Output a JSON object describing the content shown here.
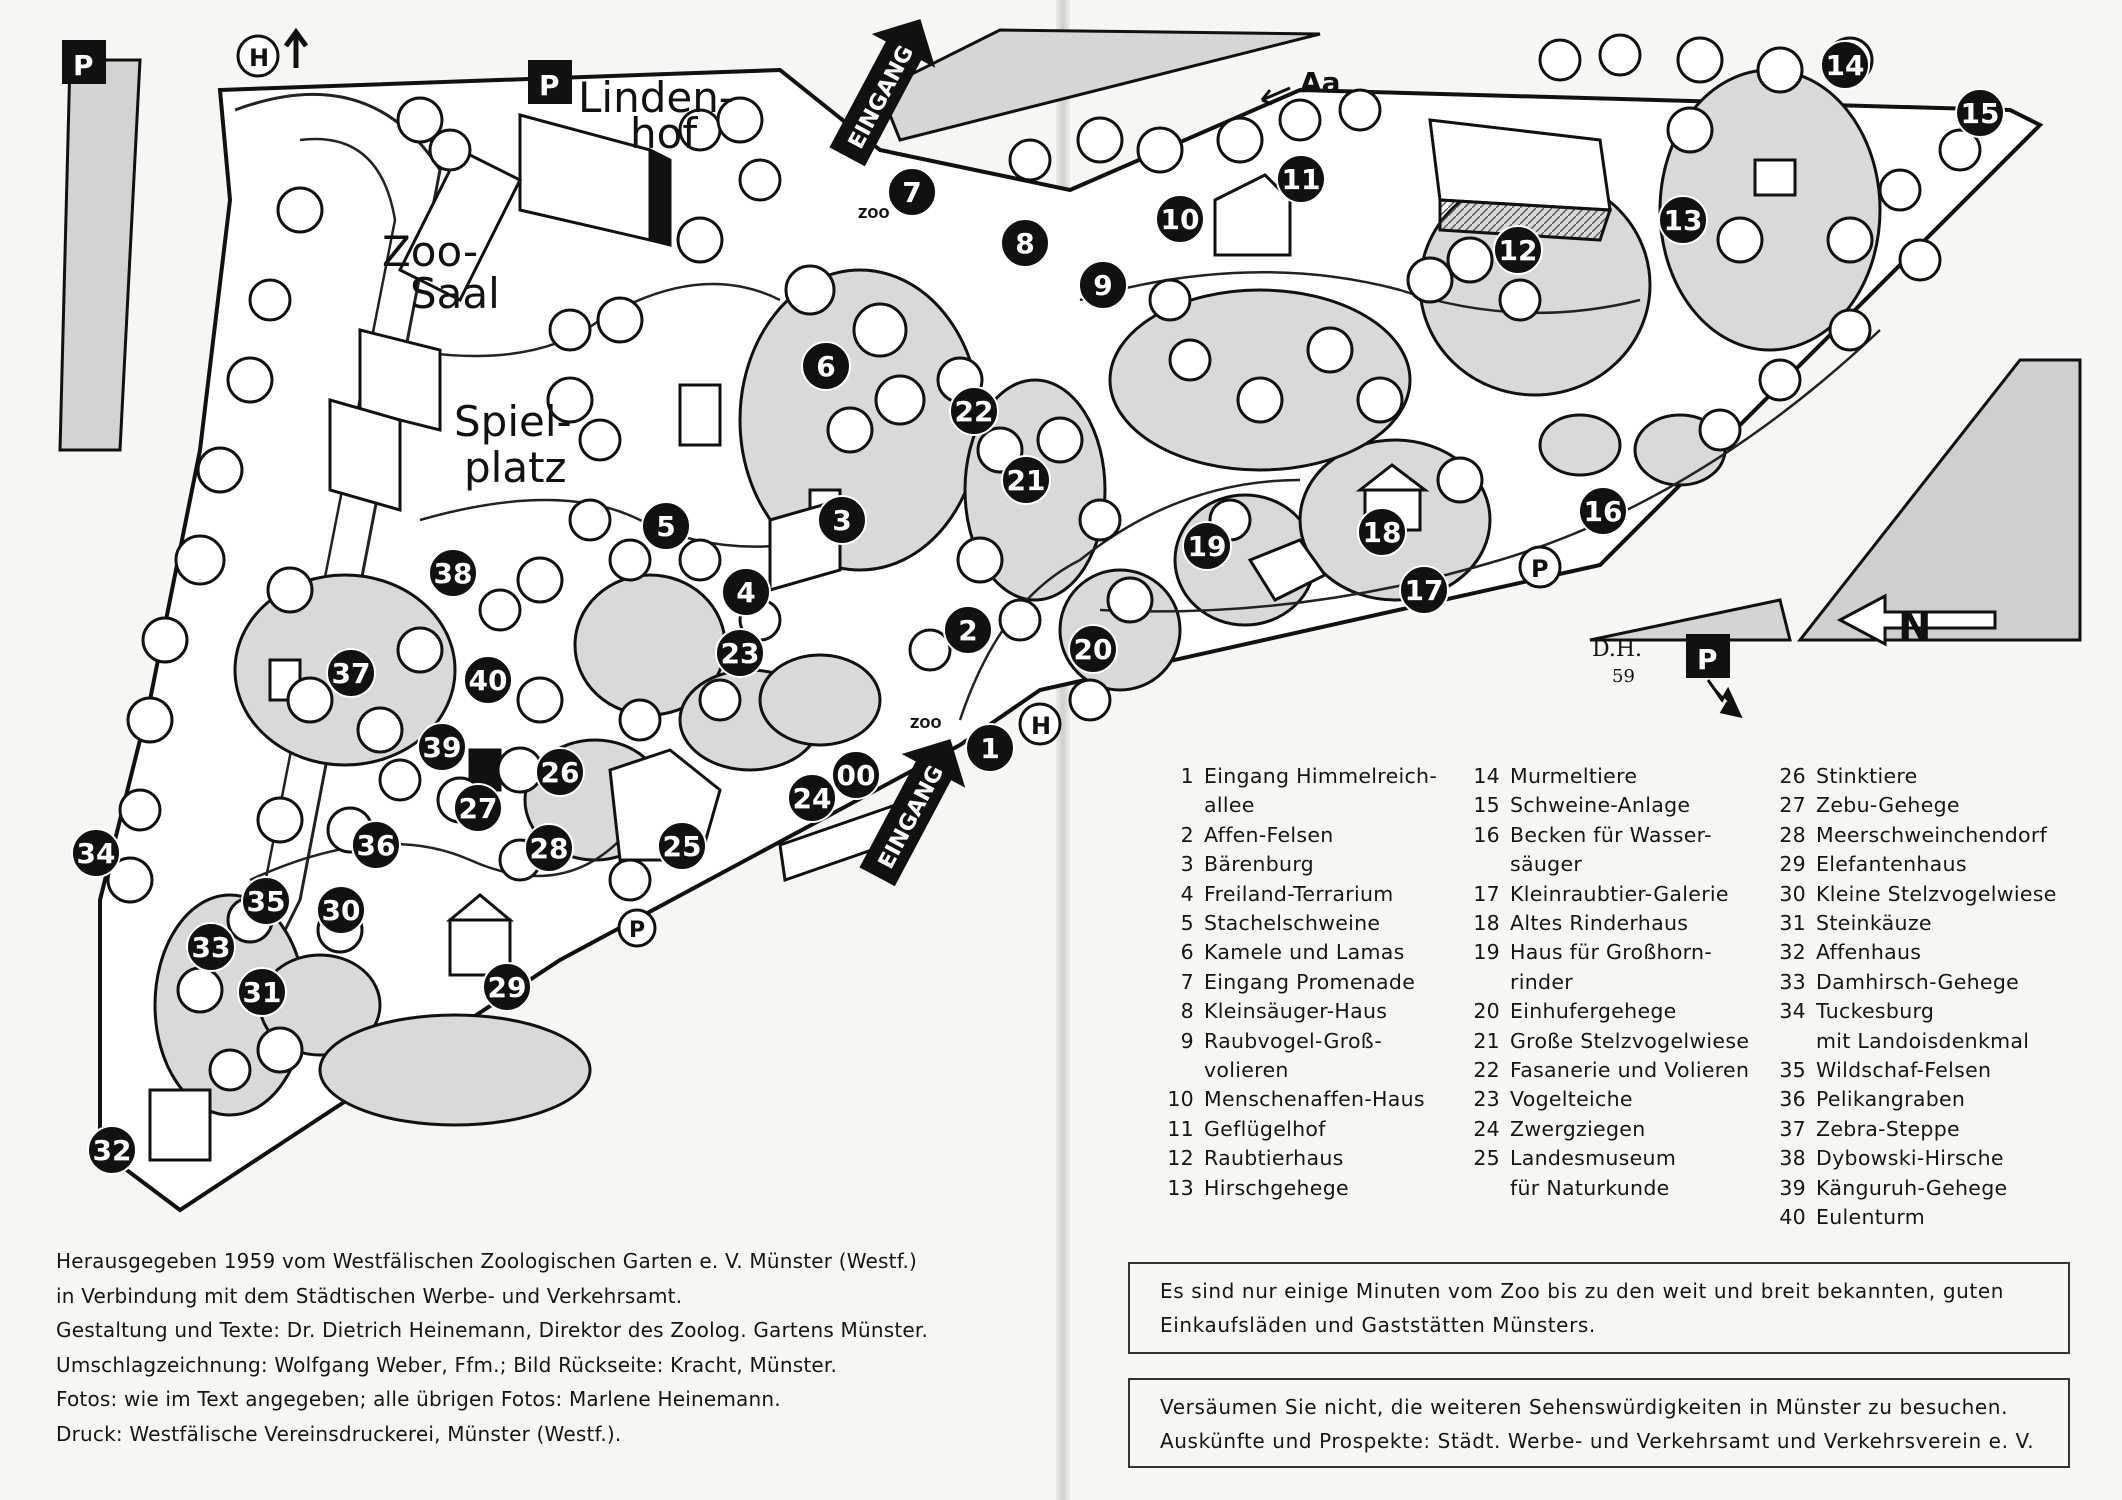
{
  "map": {
    "labels": {
      "linden_line1": "Linden-",
      "linden_line2": "hof",
      "zoosaal_line1": "Zoo-",
      "zoosaal_line2": "Saal",
      "spielplatz_line1": "Spiel-",
      "spielplatz_line2": "platz",
      "eingang_top": "EINGANG",
      "eingang_bottom": "EINGANG",
      "aa": "Aa",
      "zoo_top": "ZOO",
      "zoo_bottom": "ZOO",
      "parking": "P",
      "bus": "H",
      "north": "N",
      "signature_line1": "D.H.",
      "signature_line2": "59"
    },
    "markers": [
      "1",
      "2",
      "3",
      "4",
      "5",
      "6",
      "7",
      "8",
      "9",
      "10",
      "11",
      "12",
      "13",
      "14",
      "15",
      "16",
      "17",
      "18",
      "19",
      "20",
      "21",
      "22",
      "23",
      "24",
      "25",
      "26",
      "27",
      "28",
      "29",
      "30",
      "31",
      "32",
      "33",
      "34",
      "35",
      "36",
      "37",
      "38",
      "39",
      "40",
      "00"
    ],
    "colors": {
      "ink": "#111111",
      "area_fill": "#d9d9d9",
      "background": "#f7f6f2"
    }
  },
  "legend": {
    "col1": [
      {
        "n": "1",
        "t": "Eingang Himmelreich-\nallee"
      },
      {
        "n": "2",
        "t": "Affen-Felsen"
      },
      {
        "n": "3",
        "t": "Bärenburg"
      },
      {
        "n": "4",
        "t": "Freiland-Terrarium"
      },
      {
        "n": "5",
        "t": "Stachelschweine"
      },
      {
        "n": "6",
        "t": "Kamele und Lamas"
      },
      {
        "n": "7",
        "t": "Eingang Promenade"
      },
      {
        "n": "8",
        "t": "Kleinsäuger-Haus"
      },
      {
        "n": "9",
        "t": "Raubvogel-Groß-\nvolieren"
      },
      {
        "n": "10",
        "t": "Menschenaffen-Haus"
      },
      {
        "n": "11",
        "t": "Geflügelhof"
      },
      {
        "n": "12",
        "t": "Raubtierhaus"
      },
      {
        "n": "13",
        "t": "Hirschgehege"
      }
    ],
    "col2": [
      {
        "n": "14",
        "t": "Murmeltiere"
      },
      {
        "n": "15",
        "t": "Schweine-Anlage"
      },
      {
        "n": "16",
        "t": "Becken für Wasser-\nsäuger"
      },
      {
        "n": "17",
        "t": "Kleinraubtier-Galerie"
      },
      {
        "n": "18",
        "t": "Altes Rinderhaus"
      },
      {
        "n": "19",
        "t": "Haus für Großhorn-\nrinder"
      },
      {
        "n": "20",
        "t": "Einhufergehege"
      },
      {
        "n": "21",
        "t": "Große Stelzvogelwiese"
      },
      {
        "n": "22",
        "t": "Fasanerie und Volieren"
      },
      {
        "n": "23",
        "t": "Vogelteiche"
      },
      {
        "n": "24",
        "t": "Zwergziegen"
      },
      {
        "n": "25",
        "t": "Landesmuseum\nfür Naturkunde"
      }
    ],
    "col3": [
      {
        "n": "26",
        "t": "Stinktiere"
      },
      {
        "n": "27",
        "t": "Zebu-Gehege"
      },
      {
        "n": "28",
        "t": "Meerschweinchendorf"
      },
      {
        "n": "29",
        "t": "Elefantenhaus"
      },
      {
        "n": "30",
        "t": "Kleine Stelzvogelwiese"
      },
      {
        "n": "31",
        "t": "Steinkäuze"
      },
      {
        "n": "32",
        "t": "Affenhaus"
      },
      {
        "n": "33",
        "t": "Damhirsch-Gehege"
      },
      {
        "n": "34",
        "t": "Tuckesburg\nmit Landoisdenkmal"
      },
      {
        "n": "35",
        "t": "Wildschaf-Felsen"
      },
      {
        "n": "36",
        "t": "Pelikangraben"
      },
      {
        "n": "37",
        "t": "Zebra-Steppe"
      },
      {
        "n": "38",
        "t": "Dybowski-Hirsche"
      },
      {
        "n": "39",
        "t": "Känguruh-Gehege"
      },
      {
        "n": "40",
        "t": "Eulenturm"
      }
    ]
  },
  "credits": [
    "Herausgegeben 1959 vom Westfälischen Zoologischen Garten e. V. Münster (Westf.)",
    "in Verbindung mit dem Städtischen Werbe- und Verkehrsamt.",
    "Gestaltung und Texte: Dr. Dietrich Heinemann, Direktor des Zoolog. Gartens Münster.",
    "Umschlagzeichnung: Wolfgang Weber, Ffm.; Bild Rückseite: Kracht, Münster.",
    "Fotos: wie im Text angegeben; alle übrigen Fotos: Marlene Heinemann.",
    "Druck: Westfälische Vereinsdruckerei, Münster (Westf.)."
  ],
  "info_boxes": [
    [
      "Es sind nur einige Minuten vom Zoo bis zu den weit und breit bekannten, guten",
      "Einkaufsläden und Gaststätten Münsters."
    ],
    [
      "Versäumen Sie nicht, die weiteren Sehenswürdigkeiten in Münster zu besuchen.",
      "Auskünfte und Prospekte: Städt. Werbe- und Verkehrsamt und Verkehrsverein e. V."
    ]
  ]
}
